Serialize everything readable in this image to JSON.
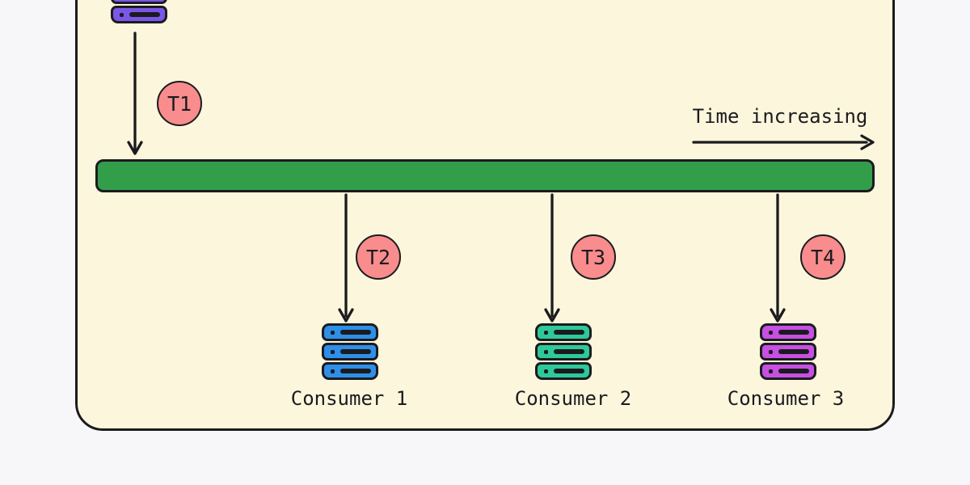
{
  "palette": {
    "page_bg": "#F7F7F9",
    "panel_bg": "#FCF6DC",
    "stroke": "#1B1B1F",
    "badge_bg": "#F98C8C",
    "bar_green": "#339E4A"
  },
  "timeline": {
    "label": "Time increasing"
  },
  "producer": {
    "icon": "server-icon",
    "color": "#7A57E8"
  },
  "events": [
    {
      "id": "T1"
    },
    {
      "id": "T2"
    },
    {
      "id": "T3"
    },
    {
      "id": "T4"
    }
  ],
  "consumers": [
    {
      "label": "Consumer 1",
      "icon": "server-icon",
      "color": "#2E8FE9"
    },
    {
      "label": "Consumer 2",
      "icon": "server-icon",
      "color": "#2EC998"
    },
    {
      "label": "Consumer 3",
      "icon": "server-icon",
      "color": "#C650E2"
    }
  ]
}
